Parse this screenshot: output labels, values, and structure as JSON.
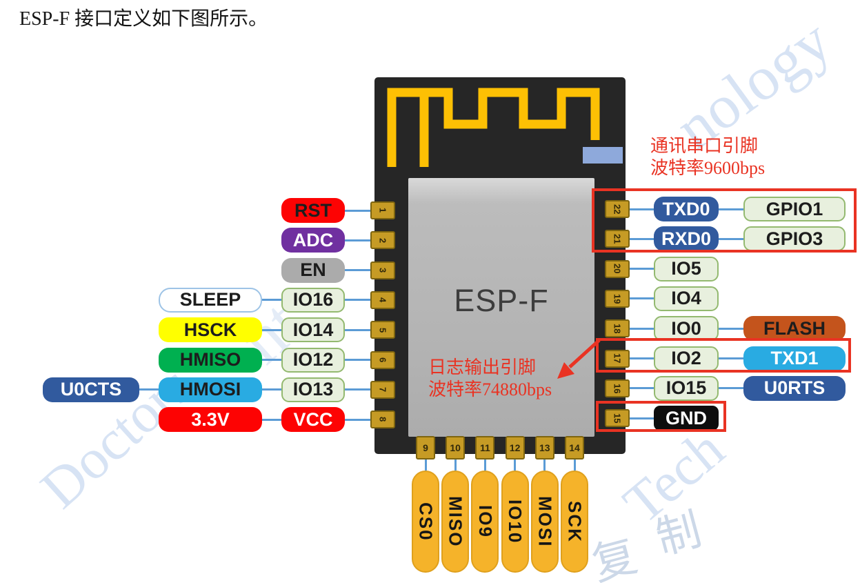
{
  "page_title": "ESP-F 接口定义如下图所示。",
  "chip_label": "ESP-F",
  "notes": {
    "serial_note": {
      "line1": "通讯串口引脚",
      "line2": "波特率9600bps"
    },
    "log_note": {
      "line1": "日志输出引脚",
      "line2": "波特率74880bps"
    }
  },
  "pins": {
    "left": [
      {
        "num": "1",
        "cells": [
          {
            "label": "RST",
            "color": "red",
            "text": "dark"
          }
        ]
      },
      {
        "num": "2",
        "cells": [
          {
            "label": "ADC",
            "color": "purple",
            "text": "light"
          }
        ]
      },
      {
        "num": "3",
        "cells": [
          {
            "label": "EN",
            "color": "gray",
            "text": "dark"
          }
        ]
      },
      {
        "num": "4",
        "cells": [
          {
            "label": "SLEEP",
            "color": "white",
            "text": "dark"
          },
          {
            "label": "IO16",
            "color": "io",
            "text": "dark"
          }
        ]
      },
      {
        "num": "5",
        "cells": [
          {
            "label": "HSCK",
            "color": "yellow",
            "text": "dark"
          },
          {
            "label": "IO14",
            "color": "io",
            "text": "dark"
          }
        ]
      },
      {
        "num": "6",
        "cells": [
          {
            "label": "HMISO",
            "color": "green",
            "text": "dark"
          },
          {
            "label": "IO12",
            "color": "io",
            "text": "dark"
          }
        ]
      },
      {
        "num": "7",
        "cells": [
          {
            "label": "U0CTS",
            "color": "navy",
            "text": "light"
          },
          {
            "label": "HMOSI",
            "color": "cyan",
            "text": "dark"
          },
          {
            "label": "IO13",
            "color": "io",
            "text": "dark"
          }
        ]
      },
      {
        "num": "8",
        "cells": [
          {
            "label": "3.3V",
            "color": "red",
            "text": "light"
          },
          {
            "label": "VCC",
            "color": "red",
            "text": "light"
          }
        ]
      }
    ],
    "right": [
      {
        "num": "22",
        "cells": [
          {
            "label": "TXD0",
            "color": "navy",
            "text": "light"
          },
          {
            "label": "GPIO1",
            "color": "io",
            "text": "dark"
          }
        ]
      },
      {
        "num": "21",
        "cells": [
          {
            "label": "RXD0",
            "color": "navy",
            "text": "light"
          },
          {
            "label": "GPIO3",
            "color": "io",
            "text": "dark"
          }
        ]
      },
      {
        "num": "20",
        "cells": [
          {
            "label": "IO5",
            "color": "io",
            "text": "dark"
          }
        ]
      },
      {
        "num": "19",
        "cells": [
          {
            "label": "IO4",
            "color": "io",
            "text": "dark"
          }
        ]
      },
      {
        "num": "18",
        "cells": [
          {
            "label": "IO0",
            "color": "io",
            "text": "dark"
          },
          {
            "label": "FLASH",
            "color": "brown",
            "text": "dark"
          }
        ]
      },
      {
        "num": "17",
        "cells": [
          {
            "label": "IO2",
            "color": "io",
            "text": "dark"
          },
          {
            "label": "TXD1",
            "color": "cyan",
            "text": "light"
          }
        ]
      },
      {
        "num": "16",
        "cells": [
          {
            "label": "IO15",
            "color": "io",
            "text": "dark"
          },
          {
            "label": "U0RTS",
            "color": "navy",
            "text": "light"
          }
        ]
      },
      {
        "num": "15",
        "cells": [
          {
            "label": "GND",
            "color": "black",
            "text": "light"
          }
        ]
      }
    ],
    "bottom": [
      {
        "num": "9",
        "label": "CS0"
      },
      {
        "num": "10",
        "label": "MISO"
      },
      {
        "num": "11",
        "label": "IO9"
      },
      {
        "num": "12",
        "label": "IO10"
      },
      {
        "num": "13",
        "label": "MOSI"
      },
      {
        "num": "14",
        "label": "SCK"
      }
    ]
  },
  "palette": {
    "red": "#fd0303",
    "purple": "#7030a0",
    "gray": "#ababab",
    "white": "#ffffff",
    "yellow": "#ffff00",
    "green": "#00b050",
    "cyan": "#29abe2",
    "navy": "#315a9e",
    "brown": "#c4541c",
    "black": "#0d0d0d",
    "io_bg": "#e8f0de",
    "io_border": "#93b96f",
    "pad": "#c69b25",
    "pad_border": "#7e650f",
    "capsule": "#f5b32a",
    "capsule_border": "#dfa01c",
    "wire": "#5b9bd5",
    "annotation_red": "#e93323",
    "antenna": "#fdc004",
    "rf_pad": "#8ea9db",
    "module_body": "#262626",
    "chip_text": "#3d3d3d",
    "watermark_blue": "#d7e3f4",
    "watermark_gray": "#ccd8e8"
  },
  "watermark": {
    "fragments": [
      "Doctors",
      "nt",
      "nology",
      "Tech",
      "复",
      "制"
    ]
  }
}
